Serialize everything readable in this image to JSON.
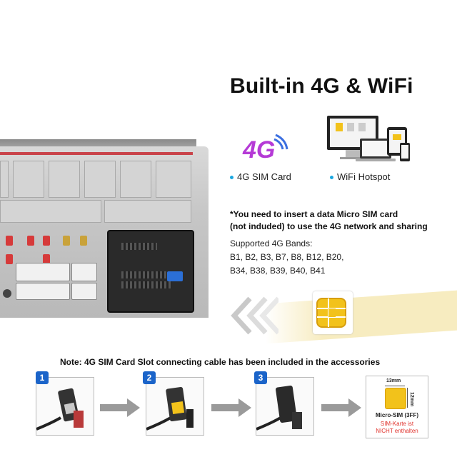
{
  "title": "Built-in 4G & WiFi",
  "features": [
    {
      "icon": "4g-signal-icon",
      "logo_text": "4G",
      "label": "4G SIM Card"
    },
    {
      "icon": "devices-icon",
      "label": "WiFi Hotspot"
    }
  ],
  "notice": {
    "line1": "*You need to insert a data Micro SIM card",
    "line2": "(not induded) to use the 4G network and sharing"
  },
  "bands": {
    "heading": "Supported 4G Bands:",
    "line1": "B1, B2, B3, B7, B8, B12, B20,",
    "line2": "B34, B38, B39, B40, B41"
  },
  "accessory_note": "Note: 4G SIM Card Slot connecting cable has been included in the accessories",
  "steps": [
    {
      "number": "1"
    },
    {
      "number": "2"
    },
    {
      "number": "3"
    }
  ],
  "sim_card": {
    "width_label": "13mm",
    "height_label": "12mm",
    "type_label": "Micro-SIM (3FF)",
    "warning_line1": "SIM-Karte ist",
    "warning_line2": "NICHT enthalten"
  },
  "colors": {
    "accent_blue": "#1b64c9",
    "dot_blue": "#1aa7e0",
    "warning_red": "#e0322c",
    "sim_gold": "#f2c21b",
    "band_yellow": "#f7ecc0"
  }
}
